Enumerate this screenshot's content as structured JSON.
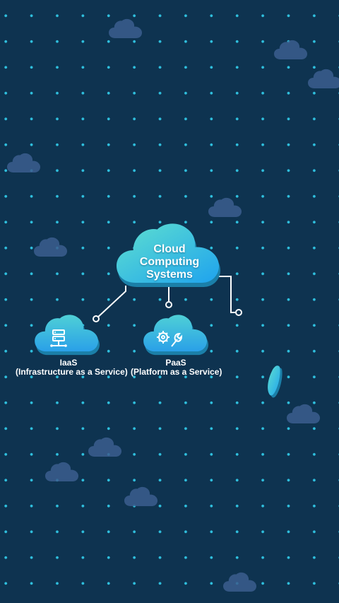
{
  "main_cloud": {
    "title_line1": "Cloud",
    "title_line2": "Computing",
    "title_line3": "Systems"
  },
  "services": [
    {
      "name": "IaaS",
      "description": "(Infrastructure as a Service)",
      "icon": "server-rack-icon"
    },
    {
      "name": "PaaS",
      "description": "(Platform as a Service)",
      "icon": "gear-wrench-icon"
    }
  ],
  "colors": {
    "background": "#0e3350",
    "dot": "#2fc0de",
    "cloud_gradient_start": "#4dd6d0",
    "cloud_gradient_end": "#22a9ec",
    "connector": "#ffffff",
    "faint_cloud": "#3c5f8f"
  }
}
